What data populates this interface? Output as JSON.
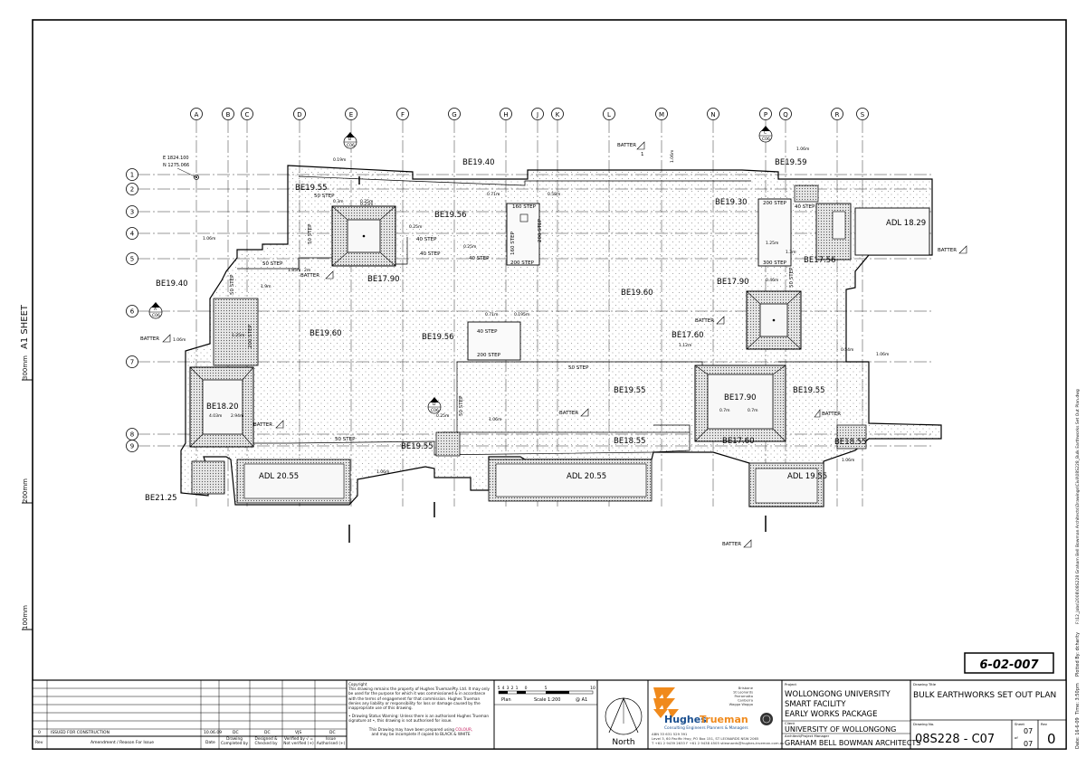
{
  "drawing": {
    "sheet_note": "A1 SHEET",
    "side_marks": [
      "300mm",
      "200mm",
      "100mm"
    ],
    "plotted_note": "F:\\12_Jobs\\2008\\08S228 Graham Bell Bowman Architects\\Drawings\\Civil\\08S228_Bulk Earthworks Set Out Plan.dwg",
    "plot_meta": {
      "plotted_by": "Plotted By: dcharity",
      "time": "Time: 3:50pm",
      "date": "Date: 16-6-09"
    },
    "grid_columns": [
      "A",
      "B",
      "C",
      "D",
      "E",
      "F",
      "G",
      "H",
      "J",
      "K",
      "L",
      "M",
      "N",
      "P",
      "Q",
      "R",
      "S"
    ],
    "grid_rows": [
      "1",
      "2",
      "3",
      "4",
      "5",
      "6",
      "7",
      "8",
      "9"
    ],
    "coordinate": {
      "e": "E 1824.100",
      "n": "N 1275.066"
    },
    "levels": {
      "be1955_top": "BE19.55",
      "be1940_top": "BE19.40",
      "be1956_a": "BE19.56",
      "be1930": "BE19.30",
      "be1959": "BE19.59",
      "adl1829": "ADL 18.29",
      "be1940_left": "BE19.40",
      "be1790_a": "BE17.90",
      "be1960_a": "BE19.60",
      "be1960_b": "BE19.60",
      "be1756": "BE17.56",
      "be1790_b": "BE17.90",
      "be1956_b": "BE19.56",
      "be1760_a": "BE17.60",
      "be1820": "BE18.20",
      "be1955_mid": "BE19.55",
      "be1790_c": "BE17.90",
      "be1955_right": "BE19.55",
      "be1955_bottom": "BE19.55",
      "be1855_a": "BE18.55",
      "be1760_b": "BE17.60",
      "be1855_b": "BE18.55",
      "adl2055_a": "ADL 20.55",
      "adl2055_b": "ADL 20.55",
      "adl1955": "ADL 19.55",
      "be2125": "BE21.25"
    },
    "notes": {
      "step50_a": "50 STEP",
      "step50_b": "50 STEP",
      "step50_v1": "50 STEP",
      "step50_v2": "50 STEP",
      "step40_a": "40 STEP",
      "step40_b": "40 STEP",
      "step40_c": "40 STEP",
      "step40_d": "40 STEP",
      "step40_e": "40 STEP",
      "step160": "160 STEP",
      "step160_v": "160 STEP",
      "step200_a": "200 STEP",
      "step200_b": "200 STEP",
      "step200_c": "200 STEP",
      "step200_d": "200 STEP",
      "step200_v": "200 STEP",
      "step300": "300 STEP",
      "step50_mid": "50 STEP",
      "step50_v3": "50 STEP",
      "step50_bottom": "50 STEP",
      "step50_r": "50 STEP",
      "batter_a": "BATTER",
      "batter_b": "BATTER",
      "batter_c": "BATTER",
      "batter_d": "BATTER",
      "batter_e": "BATTER",
      "batter_f": "BATTER",
      "batter_g": "BATTER",
      "batter_h": "BATTER",
      "batter_i": "BATTER",
      "ratio_one": "1"
    },
    "dims": {
      "d_106a": "1.06m",
      "d_106b": "1.06m",
      "d_106c": "1.06m",
      "d_106d": "1.06m",
      "d_106e": "1.06m",
      "d_106f": "1.06m",
      "d_106g": "1.06m",
      "d_106h": "1.06m",
      "d_025a": "0.25m",
      "d_025b": "0.25m",
      "d_025c": "0.25m",
      "d_071a": "0.71m",
      "d_058": "0.58m",
      "d_019a": "0.19m",
      "d_03": "0.3m",
      "d_025m": "0.25m",
      "d_025n": "0.25m",
      "d_125a": "1.25m",
      "d_125b": "1.25m",
      "d_054": "0.54m",
      "d_046": "0.46m",
      "d_071b": "0.71m",
      "d_0195": "0.195m",
      "d_07a": "0.7m",
      "d_07b": "0.7m",
      "d_403": "4.03m",
      "d_294": "2.94m",
      "d_112": "1.12m",
      "d_13": "1.3m",
      "d_185": "1.85m",
      "d_2m": "2m",
      "d_19": "1.9m"
    },
    "symbols": {
      "section_a": "A",
      "section_b": "B",
      "section_c": "C",
      "section_d": "D",
      "sheet_ref": "C06"
    }
  },
  "title_block": {
    "sheet_number": "6-02-007",
    "revision_row": {
      "rev": "0",
      "amendment": "ISSUED FOR CONSTRUCTION",
      "date": "10.06.09",
      "completed": "DC",
      "checked": "DC",
      "verified": "VJS",
      "issue": "DC"
    },
    "headers": {
      "rev": "Rev",
      "amendment": "Amendment / Reason For Issue",
      "date": "Date",
      "completed": "Drawing Completed by",
      "checked": "Designed & Checked by",
      "verified": "Verified by √ = Not verified (+)",
      "issue": "Issue Authorised (+)"
    },
    "copyright_title": "Copyright",
    "copyright_text": "This drawing remains the property of Hughes TruemanPty. Ltd. It may only be used for the purpose for which it was commissioned & in accordance with the terms of engagement for that commission. Hughes Trueman denies any liability or responsibility for loss or damage caused by the inappropriate use of this drawing.",
    "status_warning": "• Drawing Status Warning: Unless there is an authorised Hughes Trueman signature at •, this drawing is not authorised for issue.",
    "colour_note_a": "This Drawing may have been prepared using",
    "colour_word": "COLOUR,",
    "colour_note_b": "and may be incomplete if copied to BLACK & WHITE",
    "scale_numbers": [
      "5",
      "4",
      "3",
      "2",
      "1",
      "0",
      "5",
      "10"
    ],
    "scale_plan": "Plan",
    "scale_text": "Scale 1:200",
    "scale_sheet": "@ A1",
    "north_label": "North",
    "firm_name_a": "Hughes",
    "firm_name_b": "Trueman",
    "firm_tagline": "Consulting Engineers Planners & Managers",
    "firm_offices": [
      "Brisbane",
      "St Leonards",
      "Parramatta",
      "Canberra",
      "Wagga Wagga"
    ],
    "firm_abn": "ABN 33 631 529 391",
    "firm_address": "Level 3, 60 Pacific Hwy, PO Box 151, ST LEONARDS NSW 2065",
    "firm_contact": "T +61 2 9439 2633   F +61 2 9438 4505   stleonards@hughes-trueman.com.au",
    "project_label": "Project",
    "project_lines": [
      "WOLLONGONG UNIVERSITY",
      "SMART FACILITY",
      "EARLY WORKS PACKAGE"
    ],
    "client_label": "Client",
    "client": "UNIVERSITY OF WOLLONGONG",
    "architect_label": "Architect/Project Manager",
    "architect": "GRAHAM BELL BOWMAN ARCHITECTS",
    "title_label": "Drawing Title",
    "title": "BULK EARTHWORKS SET OUT PLAN",
    "drawing_no_label": "Drawing No.",
    "drawing_no": "08S228 - C07",
    "sheet_label": "Sheet",
    "sheet_a": "07",
    "sheet_of": "of",
    "sheet_b": "07",
    "rev_label": "Rev",
    "rev_value": "0"
  }
}
